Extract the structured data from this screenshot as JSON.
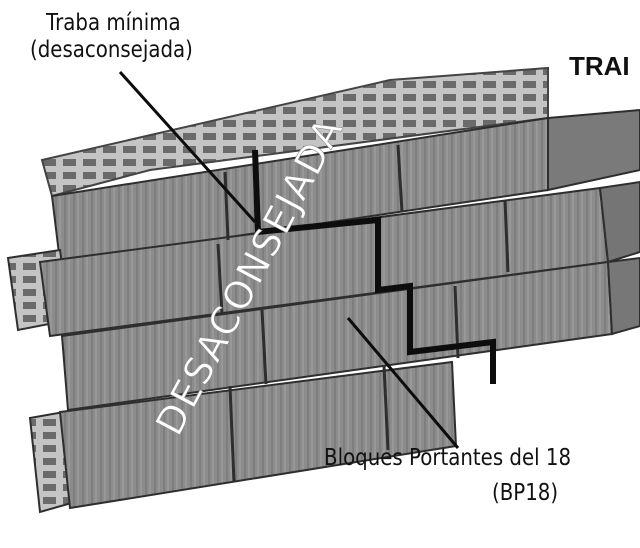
{
  "callout_top": {
    "line1": "Traba mínima",
    "line2": "(desaconsejada)"
  },
  "side_title": "TRAI",
  "watermark": "DESACONSEJADA",
  "callout_bottom": {
    "line1": "Bloques Portantes del 18",
    "line2": "(BP18)"
  },
  "colors": {
    "block_face": "#8a8a8a",
    "block_top": "#bdbdbd",
    "block_dark": "#5f5f5f",
    "mortar": "#2e2e2e",
    "zigzag": "#0d0d0d",
    "watermark": "#ffffff"
  }
}
